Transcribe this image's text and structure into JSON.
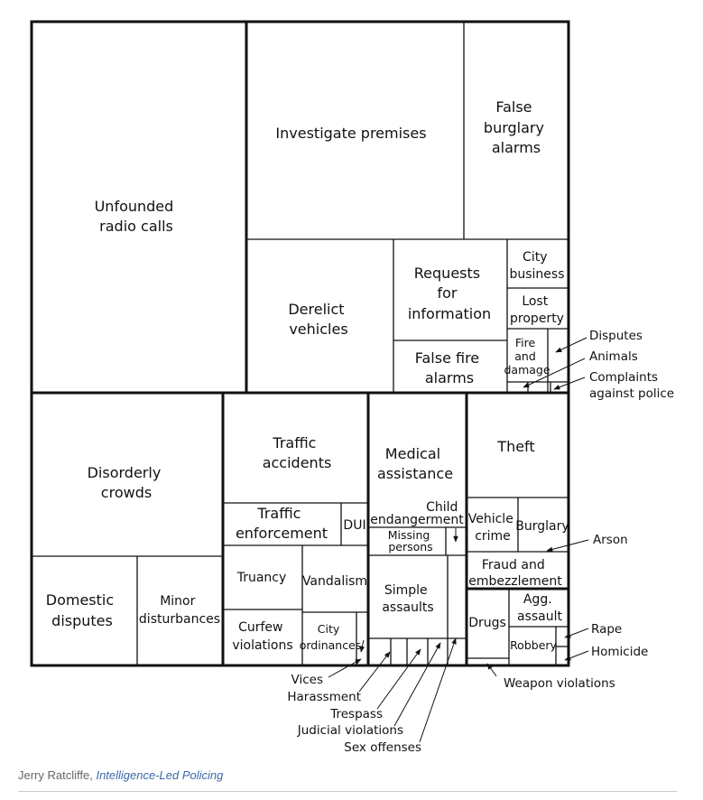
{
  "cells": {
    "unfounded": [
      "Unfounded",
      "radio calls"
    ],
    "investigate": [
      "Investigate premises"
    ],
    "false_burglary": [
      "False",
      "burglary",
      "alarms"
    ],
    "derelict": [
      "Derelict",
      "vehicles"
    ],
    "requests": [
      "Requests",
      "for",
      "information"
    ],
    "false_fire": [
      "False fire",
      "alarms"
    ],
    "city_business": [
      "City",
      "business"
    ],
    "lost_property": [
      "Lost",
      "property"
    ],
    "fire_damage": [
      "Fire",
      "and",
      "damage"
    ],
    "disorderly": [
      "Disorderly",
      "crowds"
    ],
    "domestic": [
      "Domestic",
      "disputes"
    ],
    "minor": [
      "Minor",
      "disturbances"
    ],
    "traffic_accidents": [
      "Traffic",
      "accidents"
    ],
    "traffic_enforcement": [
      "Traffic",
      "enforcement"
    ],
    "dui": [
      "DUI"
    ],
    "truancy": [
      "Truancy"
    ],
    "vandalism": [
      "Vandalism"
    ],
    "curfew": [
      "Curfew",
      "violations"
    ],
    "city_ordinances": [
      "City",
      "ordinances"
    ],
    "medical": [
      "Medical",
      "assistance"
    ],
    "child": [
      "Child",
      "endangerment"
    ],
    "missing": [
      "Missing",
      "persons"
    ],
    "simple_assaults": [
      "Simple",
      "assaults"
    ],
    "theft": [
      "Theft"
    ],
    "vehicle_crime": [
      "Vehicle",
      "crime"
    ],
    "burglary": [
      "Burglary"
    ],
    "fraud": [
      "Fraud and",
      "embezzlement"
    ],
    "drugs": [
      "Drugs"
    ],
    "agg_assault": [
      "Agg.",
      "assault"
    ],
    "robbery": [
      "Robbery"
    ]
  },
  "callouts": {
    "disputes": [
      "Disputes"
    ],
    "animals": [
      "Animals"
    ],
    "complaints": [
      "Complaints",
      "against police"
    ],
    "arson": [
      "Arson"
    ],
    "rape": [
      "Rape"
    ],
    "homicide": [
      "Homicide"
    ],
    "weapon": [
      "Weapon violations"
    ],
    "vices": [
      "Vices"
    ],
    "harassment": [
      "Harassment"
    ],
    "trespass": [
      "Trespass"
    ],
    "judicial": [
      "Judicial violations"
    ],
    "sex_offenses": [
      "Sex offenses"
    ]
  },
  "credit": {
    "author": "Jerry Ratcliffe, ",
    "book": "Intelligence-Led Policing"
  }
}
